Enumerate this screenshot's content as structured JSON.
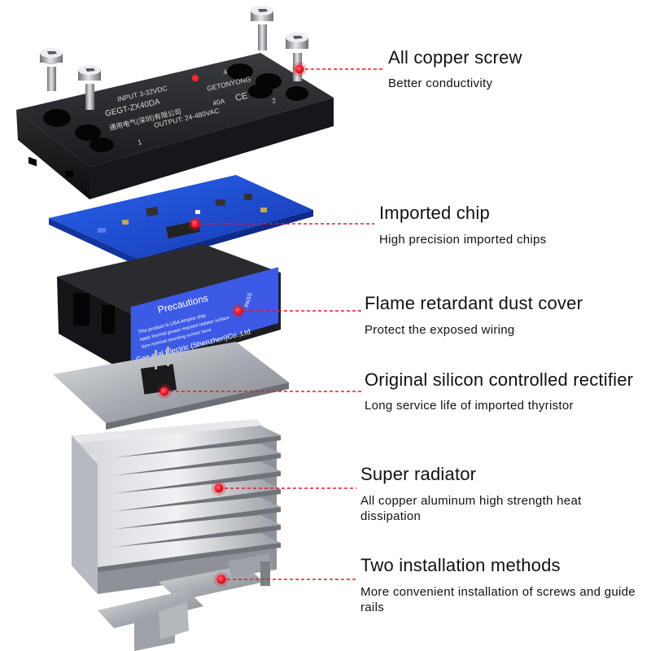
{
  "colors": {
    "accent_red": "#e8182a",
    "module_black": "#1b1c1f",
    "pcb_blue": "#1f4fd8",
    "heatsink_silver": "#b9bcc2"
  },
  "product_labels": {
    "model": "GEGT-ZX40DA",
    "brand": "GETONYONG",
    "input": "INPUT 3-32VDC",
    "output": "OUTPUT: 24-480VAC",
    "rating": "40A",
    "maker_cn": "通用电气(深圳)有限公司",
    "ce": "CE",
    "terminal_a": "4",
    "terminal_b": "2",
    "terminal_c": "1",
    "precautions_title": "Precautions",
    "precautions_line1": "This product is USA Ampire chip",
    "precautions_line2": "Apply thermal grease required radiator surface",
    "precautions_line3": "Sym metrical mounting screws force",
    "precautions_company": "Gen eral Electric (Shenzhen)Co.,Ltd",
    "pass": "PASS"
  },
  "features": [
    {
      "title": "All copper screw",
      "desc": "Better conductivity",
      "icon": "red-dot-marker"
    },
    {
      "title": "Imported chip",
      "desc": "High precision imported chips",
      "icon": "red-dot-marker"
    },
    {
      "title": "Flame retardant dust cover",
      "desc": "Protect the exposed wiring",
      "icon": "red-dot-marker"
    },
    {
      "title": "Original silicon controlled rectifier",
      "desc": "Long service life of imported thyristor",
      "icon": "red-dot-marker"
    },
    {
      "title": "Super radiator",
      "desc": "All copper aluminum high strength heat dissipation",
      "icon": "red-dot-marker"
    },
    {
      "title": "Two installation methods",
      "desc": "More convenient installation of screws and guide rails",
      "icon": "red-dot-marker"
    }
  ]
}
